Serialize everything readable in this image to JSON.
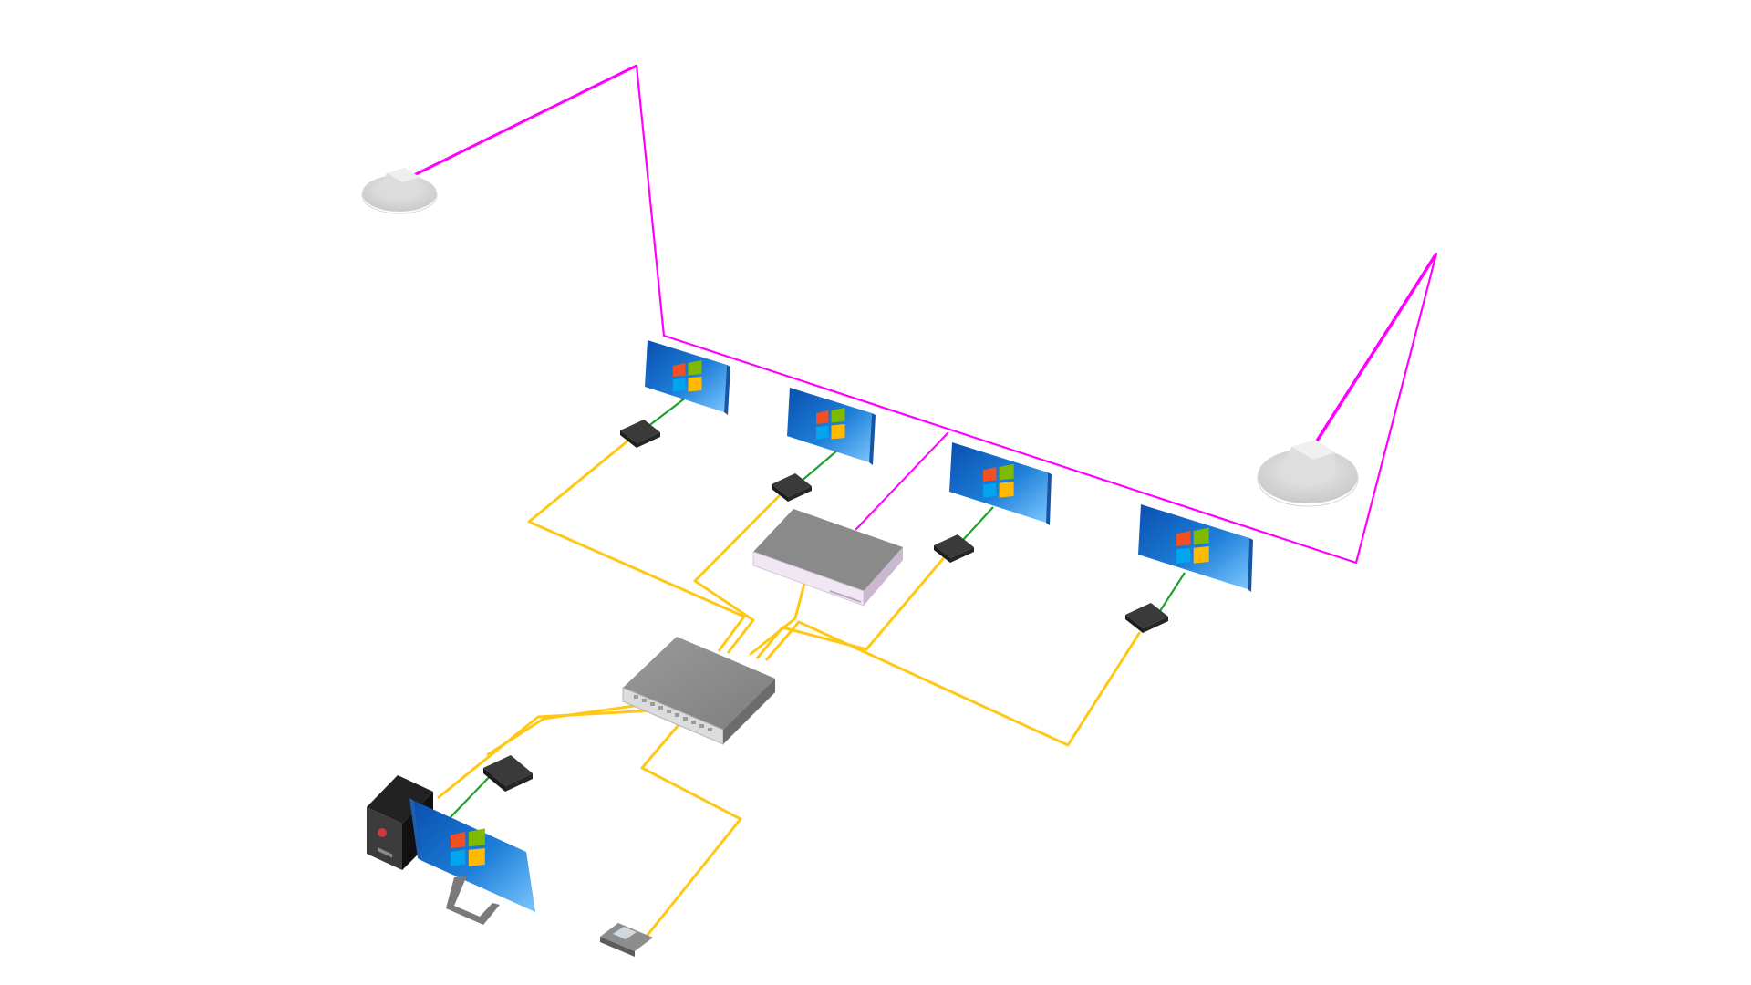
{
  "diagram": {
    "kind": "network-topology-3d",
    "colors": {
      "background": "#ffffff",
      "video_link": "#ff00ff",
      "network_link": "#ffcc00",
      "local_link": "#1aa32a",
      "screen_sky": "#1e7fd8",
      "device_gray": "#8e8e8e",
      "device_dark": "#2b2b2b"
    },
    "nodes": [
      {
        "id": "speaker-left",
        "icon": "ceiling-speaker-icon"
      },
      {
        "id": "speaker-right",
        "icon": "ceiling-speaker-icon"
      },
      {
        "id": "display-1",
        "icon": "windows-display-icon"
      },
      {
        "id": "display-2",
        "icon": "windows-display-icon"
      },
      {
        "id": "display-3",
        "icon": "windows-display-icon"
      },
      {
        "id": "display-4",
        "icon": "windows-display-icon"
      },
      {
        "id": "decoder-1",
        "icon": "decoder-box-icon"
      },
      {
        "id": "decoder-2",
        "icon": "decoder-box-icon"
      },
      {
        "id": "decoder-3",
        "icon": "decoder-box-icon"
      },
      {
        "id": "decoder-4",
        "icon": "decoder-box-icon"
      },
      {
        "id": "decoder-5",
        "icon": "decoder-box-icon"
      },
      {
        "id": "processor",
        "icon": "rack-processor-icon"
      },
      {
        "id": "switch",
        "icon": "network-switch-icon"
      },
      {
        "id": "pc",
        "icon": "pc-tower-icon"
      },
      {
        "id": "desk-monitor",
        "icon": "windows-monitor-icon"
      },
      {
        "id": "control-panel",
        "icon": "control-panel-icon"
      }
    ],
    "links": [
      {
        "from": "speaker-left",
        "to": "speaker-right",
        "type": "video_link"
      },
      {
        "from": "processor",
        "to": "speaker-link",
        "type": "video_link"
      },
      {
        "from": "display-1",
        "to": "decoder-1",
        "type": "local_link"
      },
      {
        "from": "display-2",
        "to": "decoder-2",
        "type": "local_link"
      },
      {
        "from": "display-3",
        "to": "decoder-3",
        "type": "local_link"
      },
      {
        "from": "display-4",
        "to": "decoder-4",
        "type": "local_link"
      },
      {
        "from": "desk-monitor",
        "to": "decoder-5",
        "type": "local_link"
      },
      {
        "from": "decoder-1",
        "to": "switch",
        "type": "network_link"
      },
      {
        "from": "decoder-2",
        "to": "switch",
        "type": "network_link"
      },
      {
        "from": "decoder-3",
        "to": "switch",
        "type": "network_link"
      },
      {
        "from": "decoder-4",
        "to": "switch",
        "type": "network_link"
      },
      {
        "from": "processor",
        "to": "switch",
        "type": "network_link"
      },
      {
        "from": "decoder-5",
        "to": "switch",
        "type": "network_link"
      },
      {
        "from": "pc",
        "to": "switch",
        "type": "network_link"
      },
      {
        "from": "control-panel",
        "to": "switch",
        "type": "network_link"
      }
    ]
  }
}
